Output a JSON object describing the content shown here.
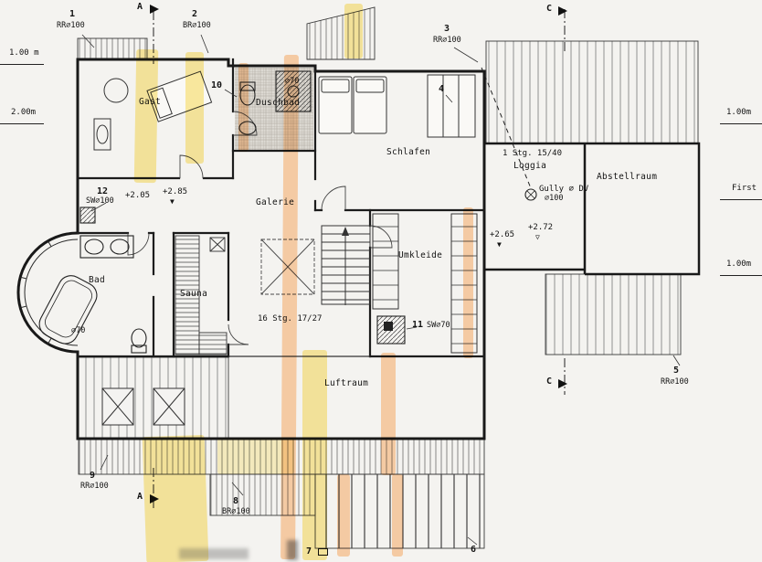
{
  "plan": {
    "rooms": {
      "gast": "Gast",
      "duschbad": "Duschbad",
      "schlafen": "Schlafen",
      "galerie": "Galerie",
      "bad": "Bad",
      "sauna": "Sauna",
      "umkleide": "Umkleide",
      "luftraum": "Luftraum",
      "loggia": "Loggia",
      "abstellraum": "Abstellraum"
    },
    "stairs": {
      "main": "16 Stg. 17/27",
      "loggia": "1 Stg. 15/40"
    },
    "levels": {
      "galerie_a": "+2.05",
      "galerie_b": "+2.85",
      "loggia_a": "+2.65",
      "loggia_b": "+2.72"
    },
    "drainage": {
      "gully": "Gully ∅ DV",
      "gully_dia": "∅100",
      "shower_dia": "∅70",
      "tub_dia": "∅70"
    },
    "markers": {
      "m1": {
        "num": "1",
        "label": "RR∅100"
      },
      "m2": {
        "num": "2",
        "label": "BR∅100"
      },
      "m3": {
        "num": "3",
        "label": "RR∅100"
      },
      "m4": {
        "num": "4"
      },
      "m5": {
        "num": "5",
        "label": "RR∅100"
      },
      "m6": {
        "num": "6"
      },
      "m7": {
        "num": "7"
      },
      "m8": {
        "num": "8",
        "label": "BR∅100"
      },
      "m9": {
        "num": "9",
        "label": "RR∅100"
      },
      "m10": {
        "num": "10"
      },
      "m11": {
        "num": "11",
        "label": "SW∅70"
      },
      "m12": {
        "num": "12",
        "label": "SW∅100"
      }
    },
    "sections": {
      "a": "A",
      "c": "C"
    },
    "scale_left": {
      "top": "1.00 m",
      "bottom": "2.00m"
    },
    "scale_right": {
      "top": "1.00m",
      "mid": "First",
      "bottom": "1.00m"
    },
    "symbols": {
      "tri_filled": "▼",
      "tri_open": "▽"
    }
  }
}
